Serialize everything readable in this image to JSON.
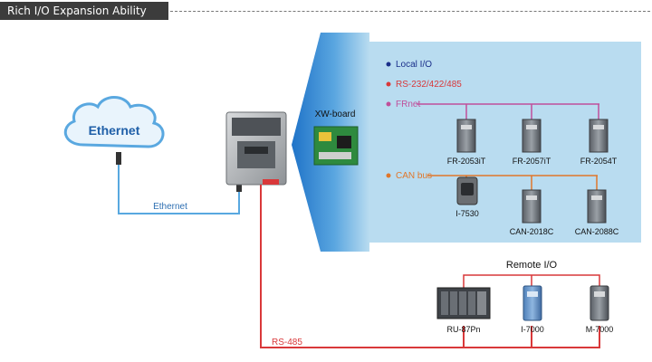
{
  "header": {
    "title": "Rich I/O Expansion Ability"
  },
  "colors": {
    "ethernet": "#58a8e0",
    "rs485": "#d9383a",
    "frnet": "#c04f9a",
    "canbus": "#e0762a",
    "local_io": "#1a2f8a",
    "rs232": "#d9383a",
    "panel_bg": "#b9dcf0",
    "arrow_blue": "#1f73c8"
  },
  "cloud": {
    "label": "Ethernet"
  },
  "links": {
    "ethernet_label": "Ethernet",
    "rs485_label": "RS-485"
  },
  "xw_board": {
    "label": "XW-board"
  },
  "io_panel": {
    "local_io": "Local I/O",
    "rs232": "RS-232/422/485",
    "frnet": "FRnet",
    "canbus": "CAN bus"
  },
  "frnet_devices": [
    "FR-2053iT",
    "FR-2057iT",
    "FR-2054T"
  ],
  "can_devices": [
    "I-7530",
    "CAN-2018C",
    "CAN-2088C"
  ],
  "remote": {
    "title": "Remote I/O",
    "devices": [
      "RU-87Pn",
      "I-7000",
      "M-7000"
    ]
  }
}
